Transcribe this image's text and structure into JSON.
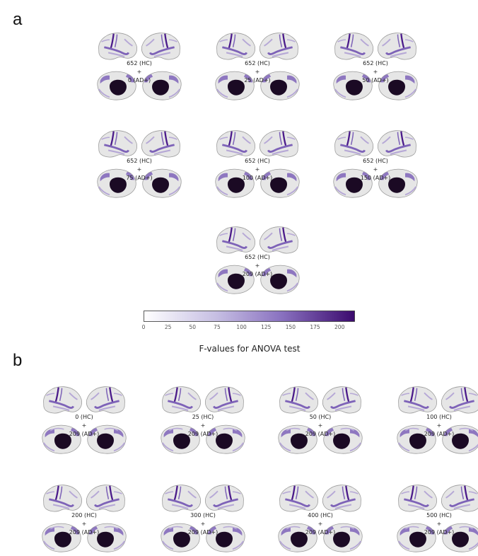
{
  "panel_a": {
    "letter": "a",
    "cells": [
      {
        "hc": "652 (HC)",
        "plus": "+",
        "ad": "0 (AD+)"
      },
      {
        "hc": "652 (HC)",
        "plus": "+",
        "ad": "25 (AD+)"
      },
      {
        "hc": "652 (HC)",
        "plus": "+",
        "ad": "50 (AD+)"
      },
      {
        "hc": "652 (HC)",
        "plus": "+",
        "ad": "75 (AD+)"
      },
      {
        "hc": "652 (HC)",
        "plus": "+",
        "ad": "100 (AD+)"
      },
      {
        "hc": "652 (HC)",
        "plus": "+",
        "ad": "150 (AD+)"
      },
      {
        "hc": "652 (HC)",
        "plus": "+",
        "ad": "209 (AD+)"
      }
    ]
  },
  "colorbar": {
    "ticks": [
      "0",
      "25",
      "50",
      "75",
      "100",
      "125",
      "150",
      "175",
      "200"
    ],
    "range": [
      0,
      215
    ],
    "title": "F-values for ANOVA test",
    "color_low": "#ffffff",
    "color_high": "#3b0a6e"
  },
  "panel_b": {
    "letter": "b",
    "cells": [
      {
        "hc": "0 (HC)",
        "plus": "+",
        "ad": "209 (AD+)"
      },
      {
        "hc": "25 (HC)",
        "plus": "+",
        "ad": "209 (AD+)"
      },
      {
        "hc": "50 (HC)",
        "plus": "+",
        "ad": "209 (AD+)"
      },
      {
        "hc": "100 (HC)",
        "plus": "+",
        "ad": "209 (AD+)"
      },
      {
        "hc": "200 (HC)",
        "plus": "+",
        "ad": "209 (AD+)"
      },
      {
        "hc": "300 (HC)",
        "plus": "+",
        "ad": "209 (AD+)"
      },
      {
        "hc": "400 (HC)",
        "plus": "+",
        "ad": "209 (AD+)"
      },
      {
        "hc": "500 (HC)",
        "plus": "+",
        "ad": "209 (AD+)"
      }
    ]
  },
  "colors": {
    "brain_surface": "#e6e6e6",
    "brain_outline": "#9a9a9a",
    "medial_wall": "#1b0a24",
    "purple_light": "#b6a8d6",
    "purple_mid": "#7e63b8",
    "purple_dark": "#4a1a8a"
  }
}
